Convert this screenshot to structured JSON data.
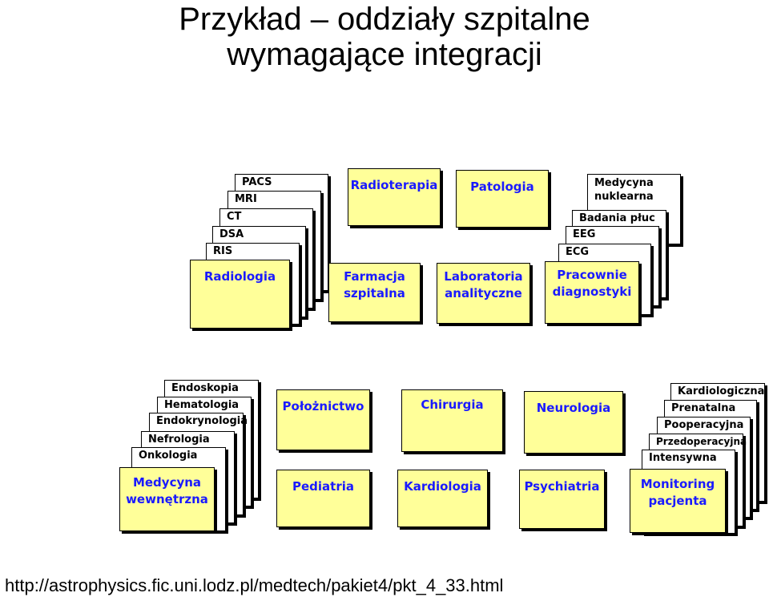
{
  "title": {
    "line1": "Przykład – oddziały szpitalne",
    "line2": "wymagające integracji"
  },
  "top_row": {
    "radiology_stack": [
      "PACS",
      "MRI",
      "CT",
      "DSA",
      "RIS"
    ],
    "radiology": "Radiologia",
    "radioterapia": "Radioterapia",
    "patologia": "Patologia",
    "farmacja": [
      "Farmacja",
      "szpitalna"
    ],
    "laboratoria": [
      "Laboratoria",
      "analityczne"
    ],
    "diagnostics_stack": [
      "Medycyna nuklearna",
      "Badania płuc",
      "EEG",
      "ECG"
    ],
    "pracownie": [
      "Pracownie",
      "diagnostyki"
    ]
  },
  "bottom_row": {
    "internal_stack": [
      "Endoskopia",
      "Hematologia",
      "Endokrynologia",
      "Nefrologia",
      "Onkologia"
    ],
    "medycyna": [
      "Medycyna",
      "wewnętrzna"
    ],
    "poloznictwo": "Położnictwo",
    "chirurgia": "Chirurgia",
    "neurologia": "Neurologia",
    "pediatria": "Pediatria",
    "kardiologia": "Kardiologia",
    "psychiatria": "Psychiatria",
    "monitoring_stack": [
      "Kardiologiczna",
      "Prenatalna",
      "Pooperacyjna",
      "Przedoperacyjna",
      "Intensywna"
    ],
    "monitoring": [
      "Monitoring",
      "pacjenta"
    ]
  },
  "source_url": "http://astrophysics.fic.uni.lodz.pl/medtech/pakiet4/pkt_4_33.html"
}
